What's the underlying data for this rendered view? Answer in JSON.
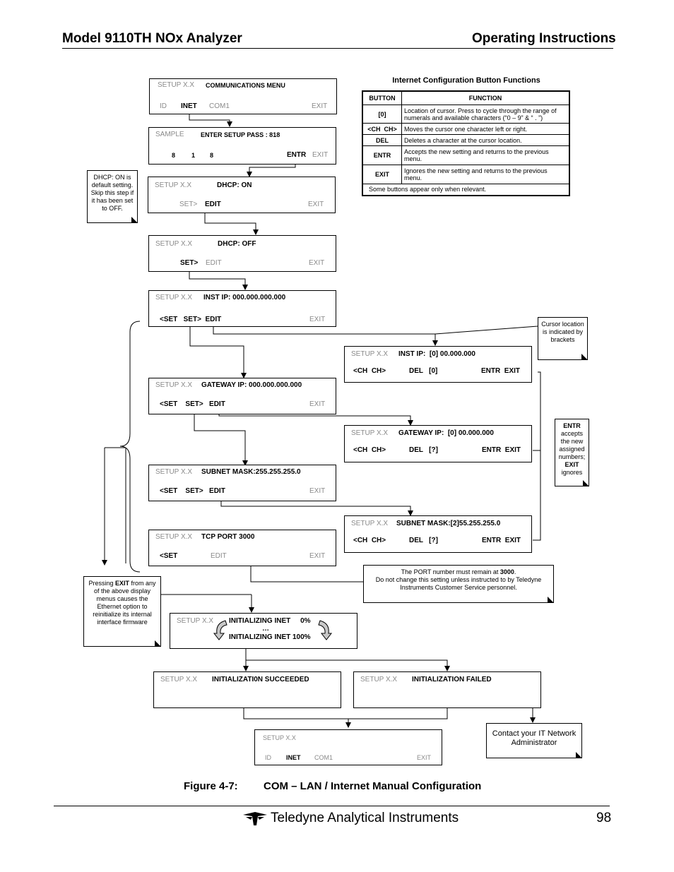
{
  "header": {
    "left": "Model 9110TH NOx Analyzer",
    "right": "Operating Instructions"
  },
  "screens": {
    "comm_menu": {
      "setup": "SETUP X.X",
      "title": "COMMUNICATIONS MENU",
      "id": "ID",
      "inet": "INET",
      "com1": "COM1",
      "exit": "EXIT"
    },
    "pass": {
      "sample": "SAMPLE",
      "title": "ENTER SETUP PASS : 818",
      "d1": "8",
      "d2": "1",
      "d3": "8",
      "entr": "ENTR",
      "exit": "EXIT"
    },
    "dhcp_on": {
      "setup": "SETUP X.X",
      "title": "DHCP: ON",
      "set": "SET>",
      "edit": "EDIT",
      "exit": "EXIT"
    },
    "dhcp_off": {
      "setup": "SETUP X.X",
      "title": "DHCP: OFF",
      "set": "SET>",
      "edit": "EDIT",
      "exit": "EXIT"
    },
    "inst_ip": {
      "setup": "SETUP X.X",
      "title": "INST IP: 000.000.000.000",
      "keys": "<SET   SET>  EDIT",
      "exit": "EXIT"
    },
    "gateway": {
      "setup": "SETUP X.X",
      "title": "GATEWAY IP: 000.000.000.000",
      "keys": "<SET    SET>   EDIT",
      "exit": "EXIT"
    },
    "subnet": {
      "setup": "SETUP X.X",
      "title": "SUBNET MASK:255.255.255.0",
      "keys": "<SET    SET>   EDIT",
      "exit": "EXIT"
    },
    "tcp": {
      "setup": "SETUP X.X",
      "title": "TCP PORT 3000",
      "set": "<SET",
      "edit": "EDIT",
      "exit": "EXIT"
    },
    "inst_ip_edit": {
      "setup": "SETUP X.X",
      "title": "INST IP:  [0] 00.000.000",
      "chch": "<CH  CH>",
      "del": "DEL   [0]",
      "entr": "ENTR  EXIT"
    },
    "gateway_edit": {
      "setup": "SETUP X.X",
      "title": "GATEWAY IP:  [0] 00.000.000",
      "chch": "<CH  CH>",
      "del": "DEL   [?]",
      "entr": "ENTR  EXIT"
    },
    "subnet_edit": {
      "setup": "SETUP X.X",
      "title": "SUBNET MASK:[2]55.255.255.0",
      "chch": "<CH  CH>",
      "del": "DEL   [?]",
      "entr": "ENTR  EXIT"
    },
    "init": {
      "setup": "SETUP X.X",
      "line1": "INITIALIZING INET     0%",
      "dots": "…",
      "line2": "INITIALIZING INET 100%"
    },
    "succeeded": {
      "setup": "SETUP X.X",
      "title": "INITIALIZATI0N SUCCEEDED"
    },
    "failed": {
      "setup": "SETUP X.X",
      "title": "INITIALIZATION FAILED"
    },
    "final": {
      "setup": "SETUP X.X",
      "id": "ID",
      "inet": "INET",
      "com1": "COM1",
      "exit": "EXIT"
    }
  },
  "table": {
    "caption": "Internet Configuration Button Functions",
    "col_button": "BUTTON",
    "col_function": "FUNCTION",
    "rows": [
      {
        "button": "[0]",
        "function": "Location of cursor. Press to cycle through the range of numerals and available characters  (“0 – 9” & “ . ”)"
      },
      {
        "button": "<CH  CH>",
        "function": "Moves the cursor one character left or right."
      },
      {
        "button": "DEL",
        "function": "Deletes a character at the cursor location."
      },
      {
        "button": "ENTR",
        "function": "Accepts the new setting and returns to the previous menu."
      },
      {
        "button": "EXIT",
        "function": "Ignores the new setting and returns to the previous menu."
      }
    ],
    "footer": "Some buttons appear only when relevant."
  },
  "notes": {
    "dhcp": "DHCP: ON is default setting. Skip this step if it has been set to OFF.",
    "cursor": "Cursor location is indicated by brackets",
    "entr_a": "ENTR",
    "entr_b": "accepts the new assigned numbers;",
    "entr_c": "EXIT",
    "entr_d": "ignores",
    "port_a": "The PORT number must remain at ",
    "port_b": "3000",
    "port_c": "Do not change this setting unless instructed to by Teledyne Instruments Customer Service personnel.",
    "exit_a": "Pressing ",
    "exit_b": "EXIT",
    "exit_c": " from any of the above display menus causes the Ethernet option to reinitialize its internal interface firmware",
    "contact": "Contact your IT Network Administrator"
  },
  "figure": {
    "label": "Figure 4-7:",
    "title": "COM – LAN / Internet Manual Configuration"
  },
  "footer": {
    "company": "Teledyne Analytical Instruments",
    "page": "98",
    "logo_icon": "teledyne-logo-icon"
  }
}
